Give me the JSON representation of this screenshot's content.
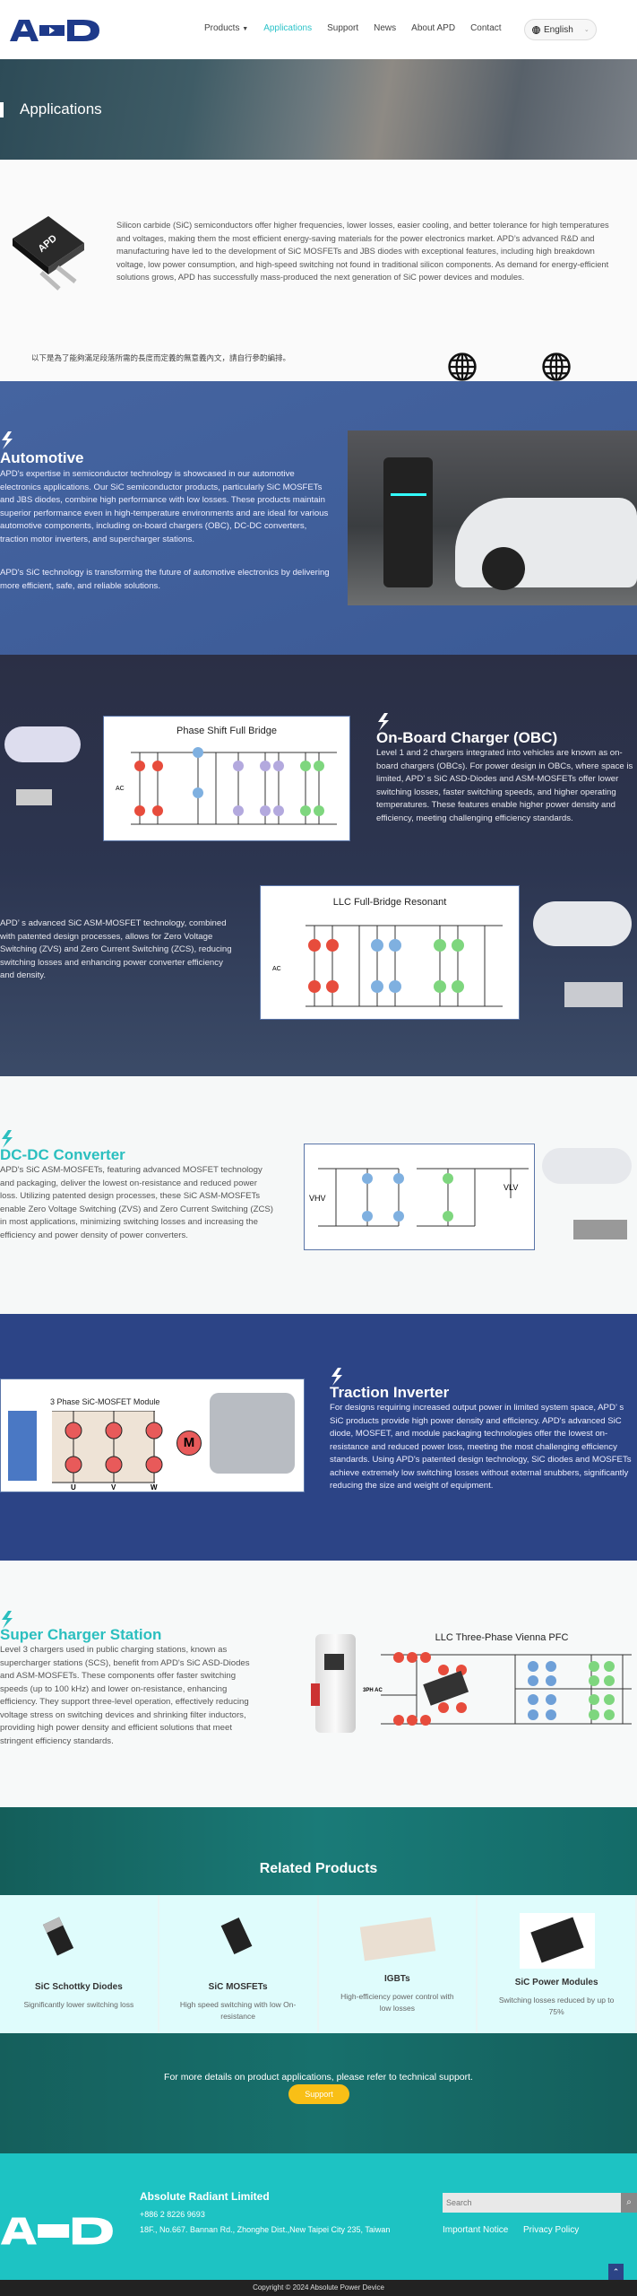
{
  "header": {
    "logo": "APD",
    "nav": [
      {
        "label": "Products"
      },
      {
        "label": "Applications"
      },
      {
        "label": "Support"
      },
      {
        "label": "News"
      },
      {
        "label": "About APD"
      },
      {
        "label": "Contact"
      }
    ],
    "language": "English"
  },
  "hero": {
    "title": "Applications"
  },
  "intro": {
    "text": "Silicon carbide (SiC) semiconductors offer higher frequencies, lower losses, easier cooling, and better tolerance for high temperatures and voltages, making them the most efficient energy-saving materials for the power electronics market. APD’s advanced R&D and manufacturing have led to the development of SiC MOSFETs and JBS diodes with exceptional features, including high breakdown voltage, low power consumption, and high-speed switching not found in traditional silicon components. As demand for energy-efficient solutions grows, APD has successfully mass-produced the next generation of SiC power devices and modules.",
    "placeholder_zh": "以下是為了能夠滿足段落所需的長度而定義的無意義內文，請自行參酌編排。",
    "chip_label": "APD"
  },
  "automotive": {
    "title": "Automotive",
    "p1": "APD's expertise in semiconductor technology is showcased in our automotive electronics applications. Our SiC semiconductor products, particularly SiC MOSFETs and JBS diodes, combine high performance with low losses. These products maintain superior performance even in high-temperature environments and are ideal for various automotive components, including on-board chargers (OBC), DC-DC converters, traction motor inverters, and supercharger stations.",
    "p2": "APD's SiC technology is transforming the future of automotive electronics by delivering more efficient, safe, and reliable solutions."
  },
  "obc": {
    "title": "On-Board Charger (OBC)",
    "text": "Level 1 and 2 chargers integrated into vehicles are known as on-board chargers (OBCs). For power design in OBCs, where space is limited, APD’ s SiC ASD-Diodes and ASM-MOSFETs offer lower switching losses, faster switching speeds, and higher operating temperatures. These features enable higher power density and efficiency, meeting challenging efficiency standards.",
    "diagram1": "Phase Shift Full Bridge",
    "text2": "APD’ s advanced SiC ASM-MOSFET technology, combined with patented design processes, allows for Zero Voltage Switching (ZVS) and Zero Current Switching (ZCS), reducing switching losses and enhancing power converter efficiency and density.",
    "diagram2": "LLC Full-Bridge Resonant",
    "ac": "AC"
  },
  "dcdc": {
    "title": "DC-DC Converter",
    "text": "APD's SiC ASM-MOSFETs, featuring advanced MOSFET technology and packaging, deliver the lowest on-resistance and reduced power loss. Utilizing patented design processes, these SiC ASM-MOSFETs enable Zero Voltage Switching (ZVS) and Zero Current Switching (ZCS) in most applications, minimizing switching losses and increasing the efficiency and power density of power converters.",
    "vhv": "VHV",
    "vlv": "VLV"
  },
  "traction": {
    "title": "Traction Inverter",
    "text": "For designs requiring increased output power in limited system space, APD’ s SiC products provide high power density and efficiency. APD's advanced SiC diode, MOSFET, and module packaging technologies offer the lowest on-resistance and reduced power loss, meeting the most challenging efficiency standards. Using APD's patented design technology, SiC diodes and MOSFETs achieve extremely low switching losses without external snubbers, significantly reducing the size and weight of equipment.",
    "diagram": "3 Phase SiC-MOSFET Module",
    "motor": "M",
    "phases": [
      "U",
      "V",
      "W"
    ]
  },
  "supercharger": {
    "title": "Super Charger Station",
    "text": "Level 3 chargers used in public charging stations, known as supercharger stations (SCS), benefit from APD's SiC ASD-Diodes and ASM-MOSFETs. These components offer faster switching speeds (up to 100 kHz) and lower on-resistance, enhancing efficiency. They support three-level operation, effectively reducing voltage stress on switching devices and shrinking filter inductors, providing high power density and efficient solutions that meet stringent efficiency standards.",
    "diagram": "LLC Three-Phase Vienna PFC",
    "ac": "3PH AC"
  },
  "related": {
    "title": "Related Products",
    "items": [
      {
        "name": "SiC Schottky Diodes",
        "desc": "Significantly lower switching loss"
      },
      {
        "name": "SiC MOSFETs",
        "desc": "High speed switching with low On-resistance"
      },
      {
        "name": "IGBTs",
        "desc": "High-efficiency power control with low losses"
      },
      {
        "name": "SiC Power Modules",
        "desc": "Switching losses reduced by up to 75%"
      }
    ]
  },
  "cta": {
    "text": "For more details on product applications, please refer to technical support.",
    "button": "Support"
  },
  "footer": {
    "company": "Absolute Radiant Limited",
    "phone": "+886 2 8226 9693",
    "address": "18F., No.667. Bannan Rd., Zhonghe Dist.,New Taipei City 235, Taiwan",
    "search_placeholder": "Search",
    "links": [
      "Important Notice",
      "Privacy Policy"
    ],
    "copyright": "Copyright © 2024 Absolute Power Device"
  },
  "colors": {
    "brand": "#1e3a8a",
    "accent": "#2cc3c9",
    "automotive_bg": "#3f5e99",
    "traction_bg": "#2c4486",
    "footer_bg": "#1dc3c3",
    "button": "#f9bf16"
  }
}
